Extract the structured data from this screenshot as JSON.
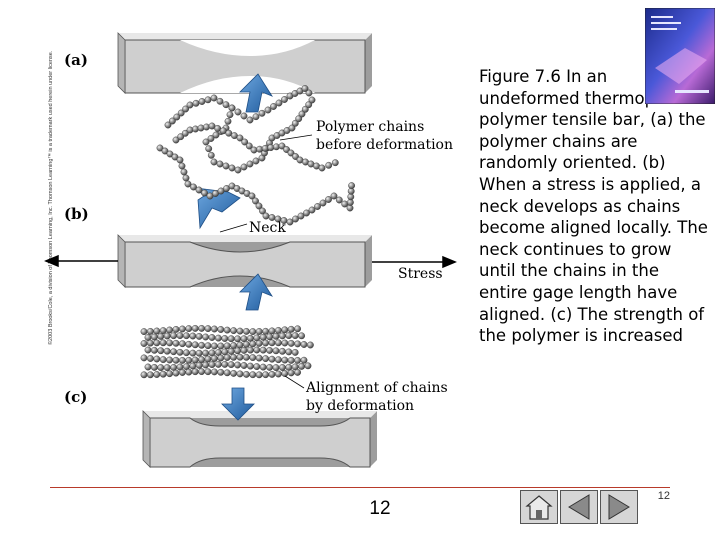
{
  "copyright": "©2003 Brooks/Cole, a division of Thomson Learning, Inc. Thomson Learning™ is a trademark used herein under license.",
  "figure": {
    "panel_labels": [
      "(a)",
      "(b)",
      "(c)"
    ],
    "annotations": {
      "polymer_chains": [
        "Polymer chains",
        "before deformation"
      ],
      "neck": "Neck",
      "stress": "Stress",
      "alignment": [
        "Alignment of chains",
        "by deformation"
      ]
    }
  },
  "caption": "Figure 7.6 In an undeformed thermoplastic polymer tensile bar, (a) the polymer chains are randomly oriented. (b) When a stress is applied, a neck develops as chains become aligned locally. The neck continues to grow until the chains in the entire gage length have aligned. (c) The strength of the polymer is increased",
  "footer": {
    "page_number": "12",
    "nav_page": "12"
  },
  "colors": {
    "arrow_blue": "#2f6fb5",
    "bar_gray": "#cfcfcf",
    "bead_gray": "#7a7a7a",
    "footer_rule": "#b83a2a"
  },
  "icons": [
    "home-icon",
    "previous-slide-icon",
    "next-slide-icon"
  ]
}
